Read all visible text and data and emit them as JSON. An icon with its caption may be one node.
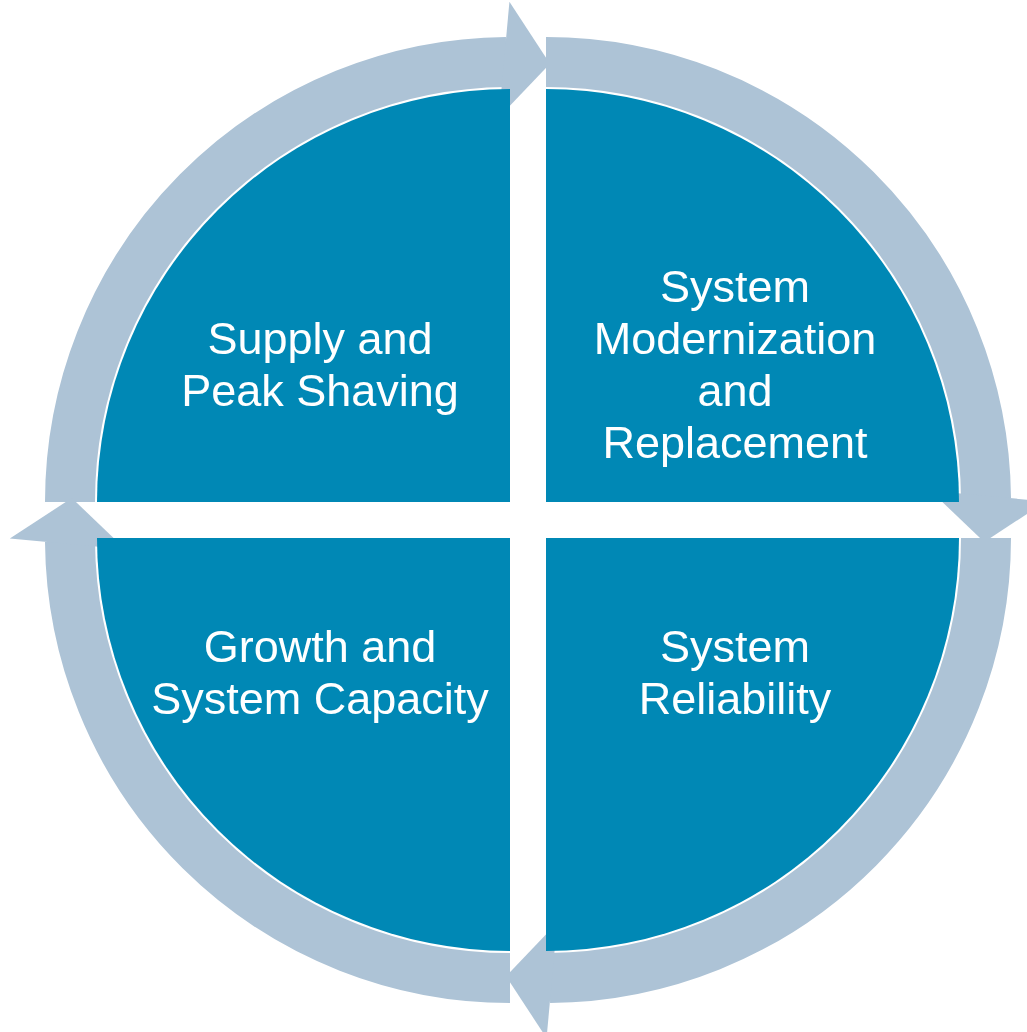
{
  "diagram": {
    "nodes": [
      {
        "text": [
          "Supply and Peak Shaving"
        ]
      },
      {
        "text": [
          "System Modernization and Replacement"
        ]
      },
      {
        "text": [
          "System Reliability"
        ]
      },
      {
        "text": [
          "Growth and System Capacity"
        ]
      }
    ],
    "edges": [
      {
        "from": 0,
        "to": 1,
        "arrow": "to"
      },
      {
        "from": 1,
        "to": 2,
        "arrow": "to"
      },
      {
        "from": 2,
        "to": 3,
        "arrow": "to"
      },
      {
        "from": 3,
        "to": 0,
        "arrow": "to"
      }
    ]
  }
}
